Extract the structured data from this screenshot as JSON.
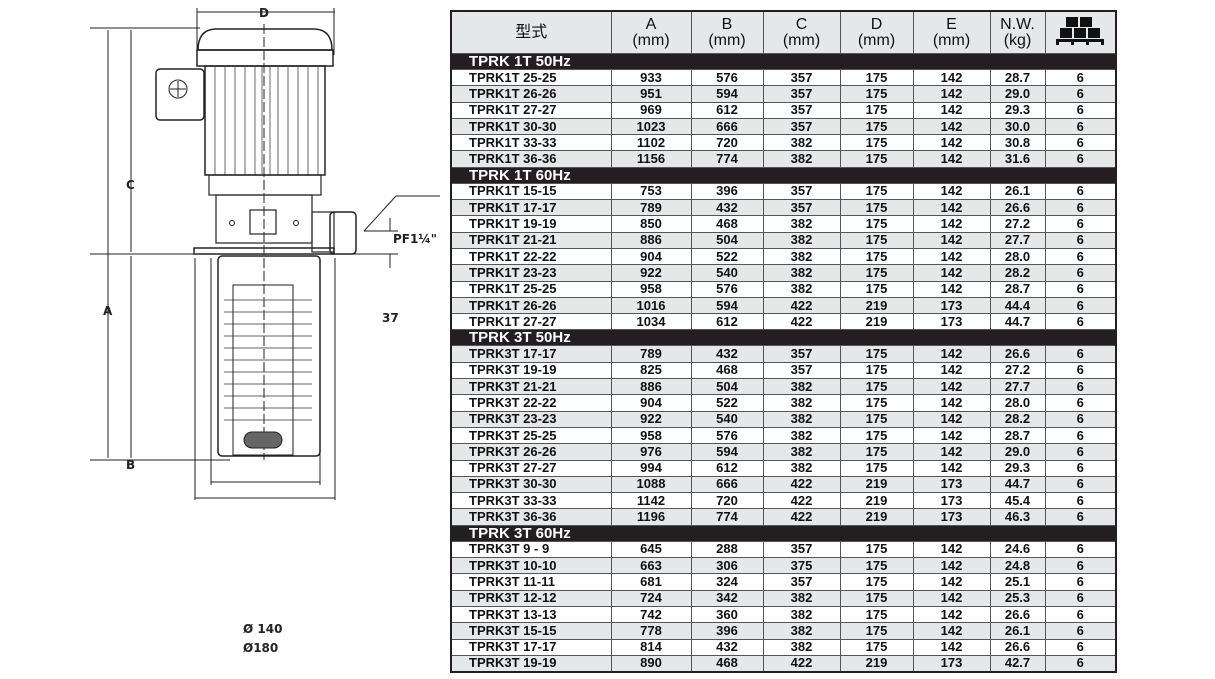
{
  "drawing": {
    "labels": {
      "a": "A",
      "b": "B",
      "c": "C",
      "d": "D",
      "port": "PF1¼\"",
      "dim37": "37",
      "dia140": "Ø 140",
      "dia180": "Ø180"
    }
  },
  "table": {
    "headers": [
      {
        "top": "型式",
        "bottom": ""
      },
      {
        "top": "A",
        "bottom": "(mm)"
      },
      {
        "top": "B",
        "bottom": "(mm)"
      },
      {
        "top": "C",
        "bottom": "(mm)"
      },
      {
        "top": "D",
        "bottom": "(mm)"
      },
      {
        "top": "E",
        "bottom": "(mm)"
      },
      {
        "top": "N.W.",
        "bottom": "(kg)"
      }
    ],
    "pallet_icon": "pallet-boxes-icon",
    "sections": [
      {
        "title": "TPRK 1T  50Hz",
        "first_stripe": "w",
        "rows": [
          [
            "TPRK1T 25-25",
            "933",
            "576",
            "357",
            "175",
            "142",
            "28.7",
            "6"
          ],
          [
            "TPRK1T 26-26",
            "951",
            "594",
            "357",
            "175",
            "142",
            "29.0",
            "6"
          ],
          [
            "TPRK1T 27-27",
            "969",
            "612",
            "357",
            "175",
            "142",
            "29.3",
            "6"
          ],
          [
            "TPRK1T 30-30",
            "1023",
            "666",
            "357",
            "175",
            "142",
            "30.0",
            "6"
          ],
          [
            "TPRK1T 33-33",
            "1102",
            "720",
            "382",
            "175",
            "142",
            "30.8",
            "6"
          ],
          [
            "TPRK1T 36-36",
            "1156",
            "774",
            "382",
            "175",
            "142",
            "31.6",
            "6"
          ]
        ]
      },
      {
        "title": "TPRK 1T  60Hz",
        "first_stripe": "w",
        "rows": [
          [
            "TPRK1T 15-15",
            "753",
            "396",
            "357",
            "175",
            "142",
            "26.1",
            "6"
          ],
          [
            "TPRK1T 17-17",
            "789",
            "432",
            "357",
            "175",
            "142",
            "26.6",
            "6"
          ],
          [
            "TPRK1T 19-19",
            "850",
            "468",
            "382",
            "175",
            "142",
            "27.2",
            "6"
          ],
          [
            "TPRK1T 21-21",
            "886",
            "504",
            "382",
            "175",
            "142",
            "27.7",
            "6"
          ],
          [
            "TPRK1T 22-22",
            "904",
            "522",
            "382",
            "175",
            "142",
            "28.0",
            "6"
          ],
          [
            "TPRK1T 23-23",
            "922",
            "540",
            "382",
            "175",
            "142",
            "28.2",
            "6"
          ],
          [
            "TPRK1T 25-25",
            "958",
            "576",
            "382",
            "175",
            "142",
            "28.7",
            "6"
          ],
          [
            "TPRK1T 26-26",
            "1016",
            "594",
            "422",
            "219",
            "173",
            "44.4",
            "6"
          ],
          [
            "TPRK1T 27-27",
            "1034",
            "612",
            "422",
            "219",
            "173",
            "44.7",
            "6"
          ]
        ]
      },
      {
        "title": "TPRK 3T  50Hz",
        "first_stripe": "g",
        "rows": [
          [
            "TPRK3T 17-17",
            "789",
            "432",
            "357",
            "175",
            "142",
            "26.6",
            "6"
          ],
          [
            "TPRK3T 19-19",
            "825",
            "468",
            "357",
            "175",
            "142",
            "27.2",
            "6"
          ],
          [
            "TPRK3T 21-21",
            "886",
            "504",
            "382",
            "175",
            "142",
            "27.7",
            "6"
          ],
          [
            "TPRK3T 22-22",
            "904",
            "522",
            "382",
            "175",
            "142",
            "28.0",
            "6"
          ],
          [
            "TPRK3T 23-23",
            "922",
            "540",
            "382",
            "175",
            "142",
            "28.2",
            "6"
          ],
          [
            "TPRK3T 25-25",
            "958",
            "576",
            "382",
            "175",
            "142",
            "28.7",
            "6"
          ],
          [
            "TPRK3T 26-26",
            "976",
            "594",
            "382",
            "175",
            "142",
            "29.0",
            "6"
          ],
          [
            "TPRK3T 27-27",
            "994",
            "612",
            "382",
            "175",
            "142",
            "29.3",
            "6"
          ],
          [
            "TPRK3T 30-30",
            "1088",
            "666",
            "422",
            "219",
            "173",
            "44.7",
            "6"
          ],
          [
            "TPRK3T 33-33",
            "1142",
            "720",
            "422",
            "219",
            "173",
            "45.4",
            "6"
          ],
          [
            "TPRK3T 36-36",
            "1196",
            "774",
            "422",
            "219",
            "173",
            "46.3",
            "6"
          ]
        ]
      },
      {
        "title": "TPRK 3T  60Hz",
        "first_stripe": "w",
        "rows": [
          [
            "TPRK3T  9 - 9",
            "645",
            "288",
            "357",
            "175",
            "142",
            "24.6",
            "6"
          ],
          [
            "TPRK3T 10-10",
            "663",
            "306",
            "375",
            "175",
            "142",
            "24.8",
            "6"
          ],
          [
            "TPRK3T 11-11",
            "681",
            "324",
            "357",
            "175",
            "142",
            "25.1",
            "6"
          ],
          [
            "TPRK3T 12-12",
            "724",
            "342",
            "382",
            "175",
            "142",
            "25.3",
            "6"
          ],
          [
            "TPRK3T 13-13",
            "742",
            "360",
            "382",
            "175",
            "142",
            "26.6",
            "6"
          ],
          [
            "TPRK3T 15-15",
            "778",
            "396",
            "382",
            "175",
            "142",
            "26.1",
            "6"
          ],
          [
            "TPRK3T 17-17",
            "814",
            "432",
            "382",
            "175",
            "142",
            "26.6",
            "6"
          ],
          [
            "TPRK3T 19-19",
            "890",
            "468",
            "422",
            "219",
            "173",
            "42.7",
            "6"
          ]
        ]
      }
    ]
  }
}
